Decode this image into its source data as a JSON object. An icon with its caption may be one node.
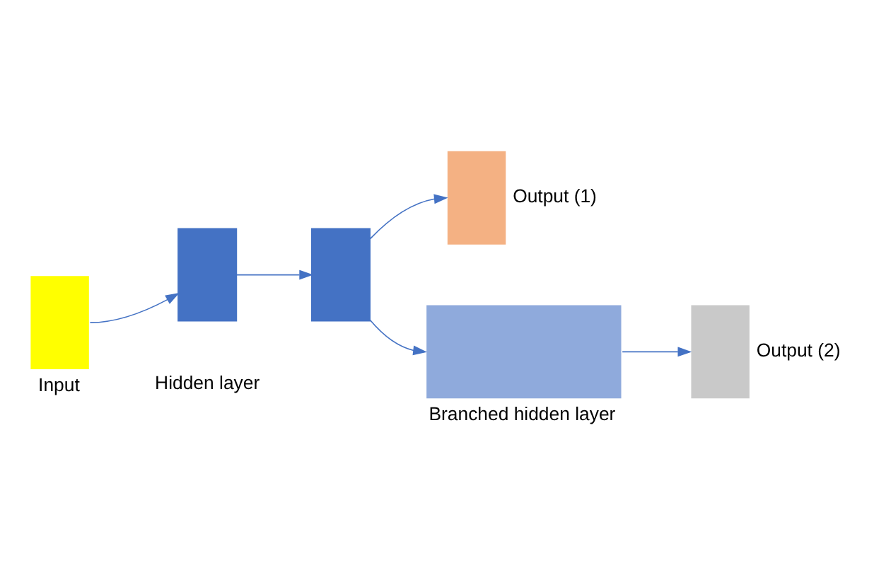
{
  "diagram": {
    "nodes": [
      {
        "text": [
          "Input"
        ]
      },
      {
        "text": [],
        "shape": "box"
      },
      {
        "text": [],
        "shape": "box"
      },
      {
        "text": [
          "Output (1)"
        ]
      },
      {
        "text": [
          "Branched hidden layer"
        ]
      },
      {
        "text": [
          "Output (2)"
        ]
      }
    ],
    "edges": [
      {
        "from": 0,
        "to": 1,
        "arrow": "to"
      },
      {
        "from": 1,
        "to": 2,
        "arrow": "to"
      },
      {
        "from": 2,
        "to": 3,
        "arrow": "to"
      },
      {
        "from": 2,
        "to": 4,
        "arrow": "to"
      },
      {
        "from": 4,
        "to": 5,
        "arrow": "to"
      }
    ],
    "labels": [
      "Hidden layer"
    ]
  }
}
